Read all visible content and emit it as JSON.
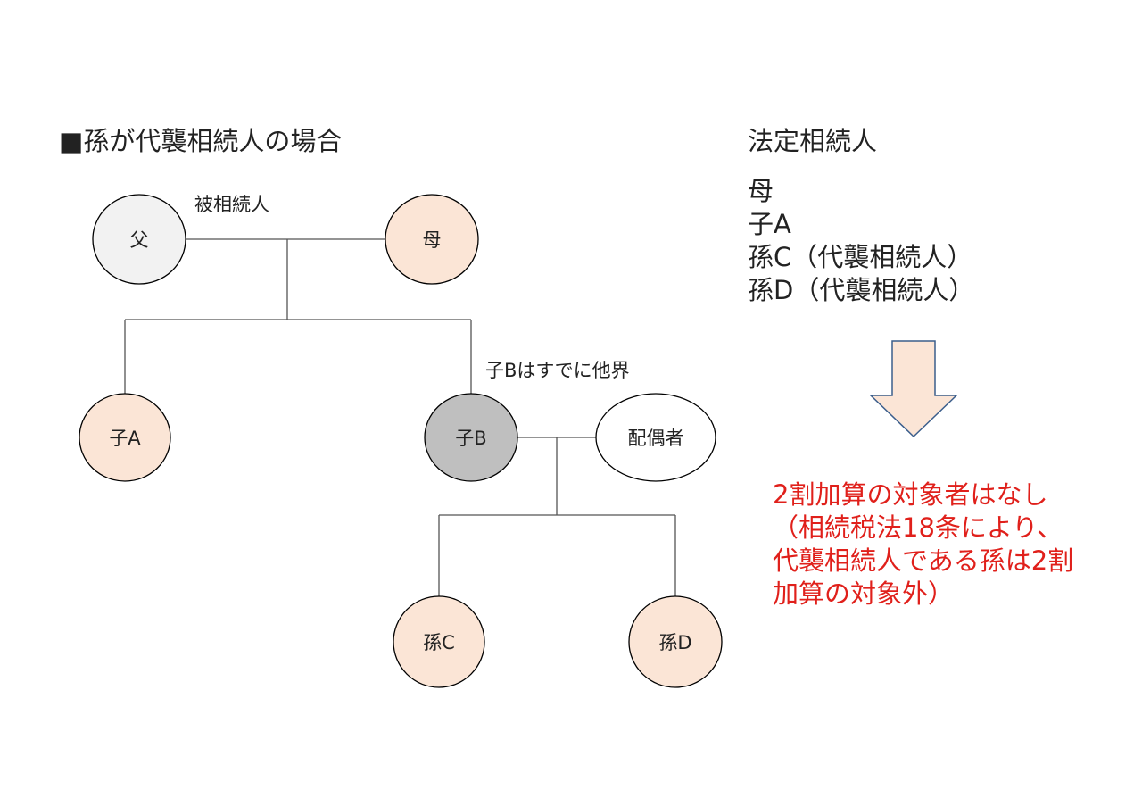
{
  "title": "■孫が代襲相続人の場合",
  "decedent_label": "被相続人",
  "deceased_note": "子Bはすでに他界",
  "nodes": {
    "father": "父",
    "mother": "母",
    "child_a": "子A",
    "child_b": "子B",
    "spouse": "配偶者",
    "grandchild_c": "孫C",
    "grandchild_d": "孫D"
  },
  "legal_heirs": {
    "title": "法定相続人",
    "items": [
      "母",
      "子A",
      "孫C（代襲相続人）",
      "孫D（代襲相続人）"
    ]
  },
  "note_lines": [
    "2割加算の対象者はなし",
    "（相続税法18条により、",
    "代襲相続人である孫は2割",
    "加算の対象外）"
  ],
  "colors": {
    "peach": "#fbe5d6",
    "grey": "#bfbfbf",
    "light_grey": "#f2f2f2",
    "white": "#ffffff",
    "red": "#e0201b"
  }
}
